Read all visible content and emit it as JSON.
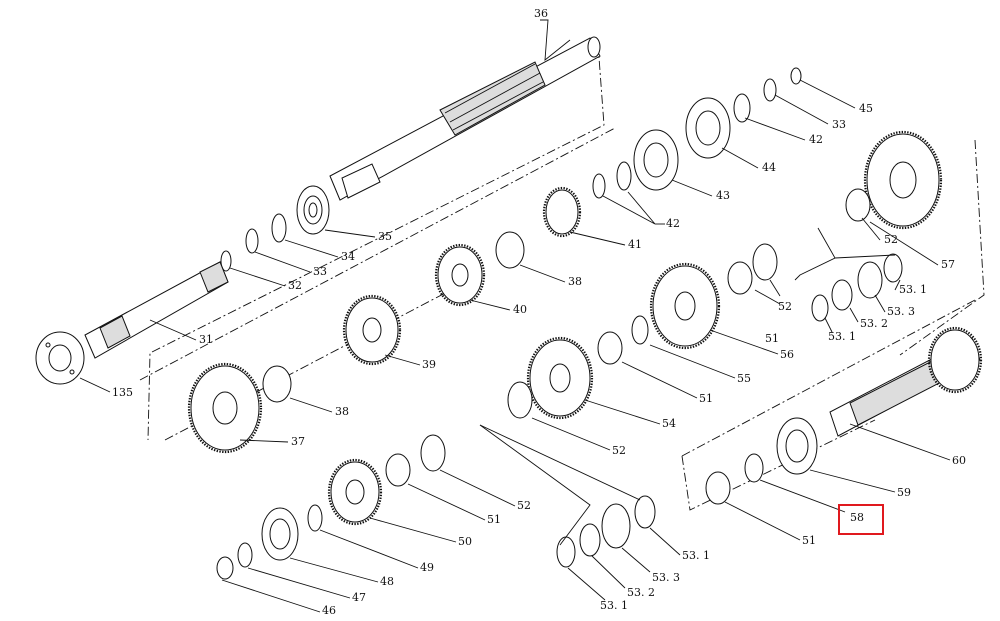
{
  "highlight": {
    "color": "#e0191e",
    "target_label": "58"
  },
  "callouts": [
    "36",
    "45",
    "33",
    "42",
    "44",
    "43",
    "42",
    "35",
    "41",
    "34",
    "33",
    "38",
    "32",
    "40",
    "31",
    "135",
    "39",
    "38",
    "37",
    "52",
    "57",
    "53. 1",
    "53. 3",
    "52",
    "51",
    "53. 2",
    "53. 1",
    "56",
    "55",
    "51",
    "54",
    "52",
    "60",
    "59",
    "58",
    "51",
    "52",
    "51",
    "50",
    "49",
    "48",
    "47",
    "46",
    "53. 1",
    "53. 3",
    "53. 2",
    "53. 1"
  ]
}
